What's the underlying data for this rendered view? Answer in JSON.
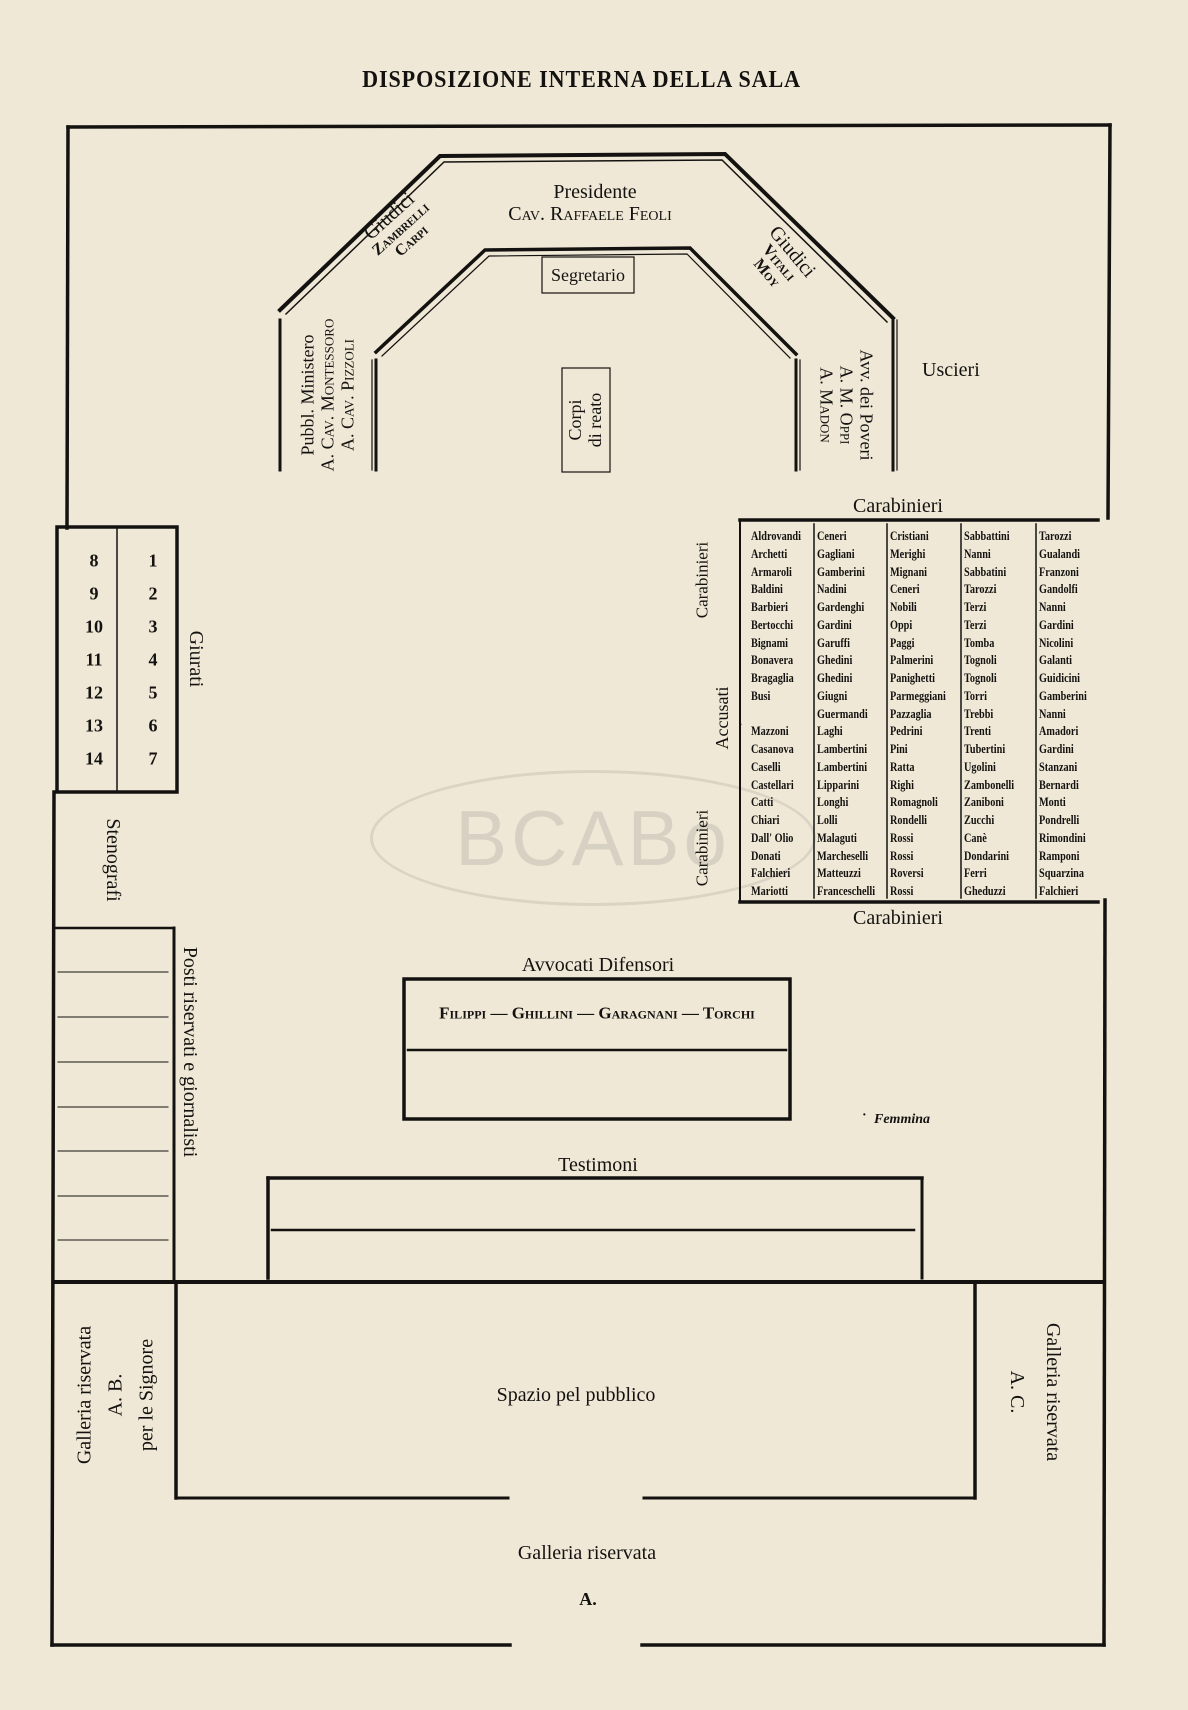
{
  "title": "DISPOSIZIONE INTERNA DELLA SALA",
  "bench": {
    "presidente_label": "Presidente",
    "presidente_name": "Cav. Raffaele Feoli",
    "giudici_left_label": "Giudici",
    "giudici_left_names": [
      "Zambrelli",
      "Carpi"
    ],
    "giudici_right_label": "Giudici",
    "giudici_right_names": [
      "Vitali",
      "Moy"
    ],
    "segretario": "Segretario",
    "corpi_di_reato": [
      "Corpi",
      "di reato"
    ],
    "pubblico_ministero": [
      "Pubbl. Ministero",
      "A. Cav. Montessoro",
      "A. Cav. Pizzoli"
    ],
    "avvocati_poveri": [
      "Avv. dei Poveri",
      "A. M. Oppi",
      "A. Madon"
    ]
  },
  "uscieri": "Uscieri",
  "carabinieri_top": "Carabinieri",
  "carabinieri_bottom": "Carabinieri",
  "carabinieri_side_top": "Carabinieri",
  "carabinieri_side_bottom": "Carabinieri",
  "accusati_label": "Accusati",
  "accusati_columns": [
    [
      "Aldrovandi",
      "Archetti",
      "Armaroli",
      "Baldini",
      "Barbieri",
      "Bertocchi",
      "Bignami",
      "Bonavera",
      "Bragaglia",
      "Busi",
      "",
      "Mazzoni",
      "Casanova",
      "Caselli",
      "Castellari",
      "Catti",
      "Chiari",
      "Dall' Olio",
      "Donati",
      "Falchieri",
      "Mariotti"
    ],
    [
      "Ceneri",
      "Gagliani",
      "Gamberini",
      "Nadini",
      "Gardenghi",
      "Gardini",
      "Garuffi",
      "Ghedini",
      "Ghedini",
      "Giugni",
      "Guermandi",
      "Laghi",
      "Lambertini",
      "Lambertini",
      "Lipparini",
      "Longhi",
      "Lolli",
      "Malaguti",
      "Marcheselli",
      "Matteuzzi",
      "Franceschelli"
    ],
    [
      "Cristiani",
      "Merighi",
      "Mignani",
      "Ceneri",
      "Nobili",
      "Oppi",
      "Paggi",
      "Palmerini",
      "Panighetti",
      "Parmeggiani",
      "Pazzaglia",
      "Pedrini",
      "Pini",
      "Ratta",
      "Righi",
      "Romagnoli",
      "Rondelli",
      "Rossi",
      "Rossi",
      "Roversi",
      "Rossi"
    ],
    [
      "Sabbattini",
      "Nanni",
      "Sabbatini",
      "Tarozzi",
      "Terzi",
      "Terzi",
      "Tomba",
      "Tognoli",
      "Tognoli",
      "Torri",
      "Trebbi",
      "Trenti",
      "Tubertini",
      "Ugolini",
      "Zambonelli",
      "Zaniboni",
      "Zucchi",
      "Canè",
      "Dondarini",
      "Ferri",
      "Gheduzzi"
    ],
    [
      "Tarozzi",
      "Gualandi",
      "Franzoni",
      "Gandolfi",
      "Nanni",
      "Gardini",
      "Nicolini",
      "Galanti",
      "Guidicini",
      "Gamberini",
      "Nanni",
      "Amadori",
      "Gardini",
      "Stanzani",
      "Bernardi",
      "Monti",
      "Pondrelli",
      "Rimondini",
      "Ramponi",
      "Squarzina",
      "Falchieri"
    ]
  ],
  "giurati_label": "Giurati",
  "giurati_left": [
    "8",
    "9",
    "10",
    "11",
    "12",
    "13",
    "14"
  ],
  "giurati_right": [
    "1",
    "2",
    "3",
    "4",
    "5",
    "6",
    "7"
  ],
  "stenografi": "Stenografi",
  "posti_riservati": "Posti riservati e giornalisti",
  "avvocati_difensori_label": "Avvocati Difensori",
  "avvocati_difensori_names": "Filippi — Ghillini — Garagnani — Torchi",
  "femmina_note": "Femmina",
  "testimoni": "Testimoni",
  "spazio_pubblico": "Spazio pel pubblico",
  "galleria_left": [
    "Galleria riservata",
    "A. B.",
    "per le Signore"
  ],
  "galleria_right": [
    "Galleria riservata",
    "A. C."
  ],
  "galleria_bottom": "Galleria riservata",
  "galleria_bottom_mark": "A.",
  "watermark": "BCABo"
}
